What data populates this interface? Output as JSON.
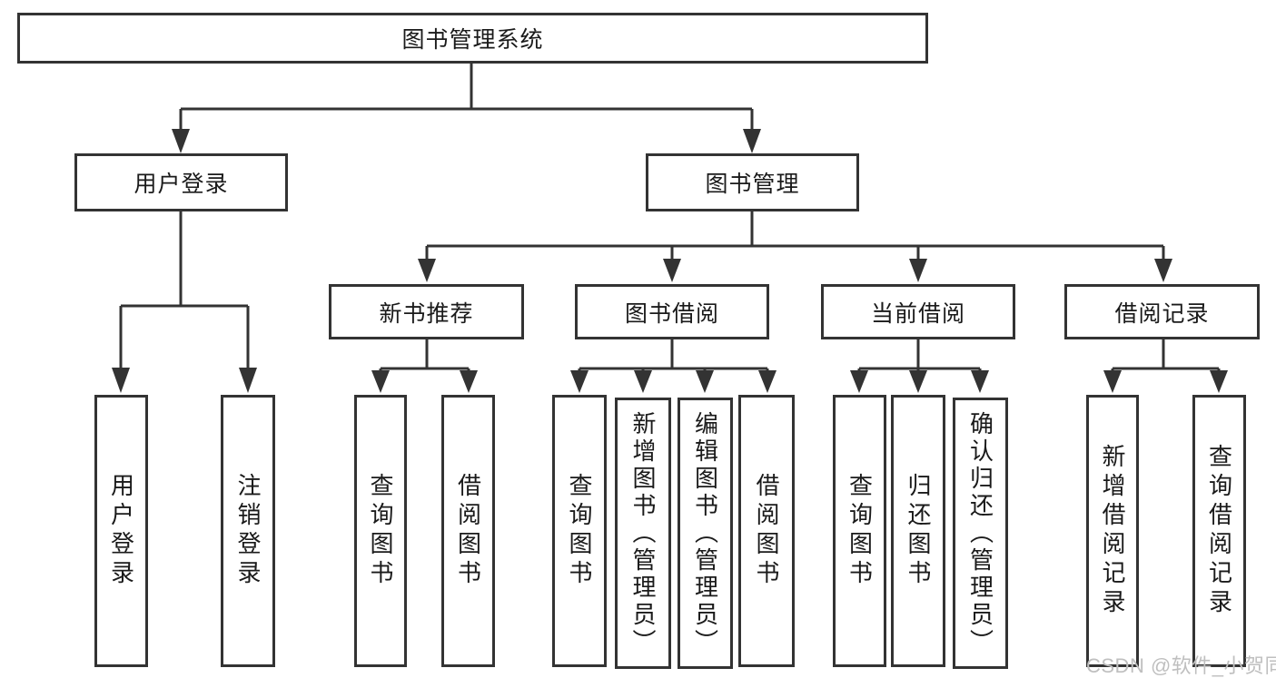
{
  "diagram": {
    "root": {
      "label": "图书管理系统"
    },
    "level2": {
      "user_login": {
        "label": "用户登录"
      },
      "book_management": {
        "label": "图书管理"
      }
    },
    "level3": {
      "new_book_recommend": {
        "label": "新书推荐"
      },
      "book_borrow": {
        "label": "图书借阅"
      },
      "current_borrow": {
        "label": "当前借阅"
      },
      "borrow_record": {
        "label": "借阅记录"
      }
    },
    "leaves": {
      "user_login_children": [
        {
          "label": "用户登录"
        },
        {
          "label": "注销登录"
        }
      ],
      "new_book_recommend_children": [
        {
          "label": "查询图书"
        },
        {
          "label": "借阅图书"
        }
      ],
      "book_borrow_children": [
        {
          "label": "查询图书"
        },
        {
          "label": "新增图书（管理员）"
        },
        {
          "label": "编辑图书（管理员）"
        },
        {
          "label": "借阅图书"
        }
      ],
      "current_borrow_children": [
        {
          "label": "查询图书"
        },
        {
          "label": "归还图书"
        },
        {
          "label": "确认归还（管理员）"
        }
      ],
      "borrow_record_children": [
        {
          "label": "新增借阅记录"
        },
        {
          "label": "查询借阅记录"
        }
      ]
    }
  },
  "watermark": {
    "text": "CSDN @软件_小贺同学"
  },
  "colors": {
    "line": "#333333",
    "text": "#1a1a1a",
    "watermark": "#bfbfbf",
    "background": "#ffffff"
  }
}
